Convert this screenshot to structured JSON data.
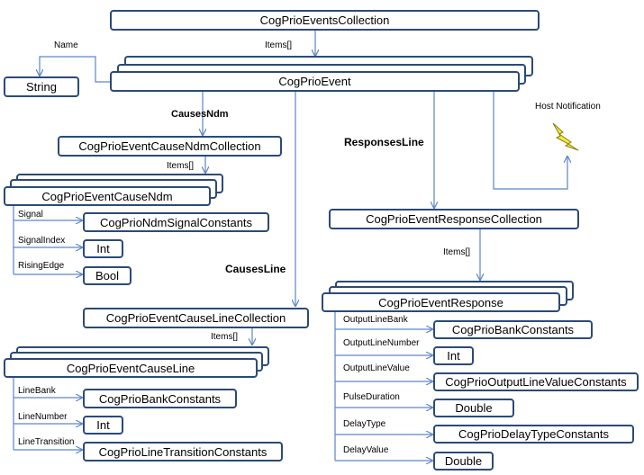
{
  "nodes": {
    "events_collection": "CogPrioEventsCollection",
    "string": "String",
    "event": "CogPrioEvent",
    "cause_ndm_collection": "CogPrioEventCauseNdmCollection",
    "cause_ndm": "CogPrioEventCauseNdm",
    "ndm_signal_constants": "CogPrioNdmSignalConstants",
    "int_signal_index": "Int",
    "bool_rising_edge": "Bool",
    "cause_line_collection": "CogPrioEventCauseLineCollection",
    "cause_line": "CogPrioEventCauseLine",
    "bank_constants_line": "CogPrioBankConstants",
    "int_line_number": "Int",
    "line_transition_constants": "CogPrioLineTransitionConstants",
    "response_collection": "CogPrioEventResponseCollection",
    "response": "CogPrioEventResponse",
    "bank_constants_response": "CogPrioBankConstants",
    "int_output_line_number": "Int",
    "output_line_value_constants": "CogPrioOutputLineValueConstants",
    "double_pulse_duration": "Double",
    "delay_type_constants": "CogPrioDelayTypeConstants",
    "double_delay_value": "Double"
  },
  "edges": {
    "items_events": "Items[]",
    "name": "Name",
    "causes_ndm": "CausesNdm",
    "items_ndm": "Items[]",
    "signal": "Signal",
    "signal_index": "SignalIndex",
    "rising_edge": "RisingEdge",
    "causes_line": "CausesLine",
    "items_line": "Items[]",
    "line_bank": "LineBank",
    "line_number": "LineNumber",
    "line_transition": "LineTransition",
    "responses_line": "ResponsesLine",
    "items_response": "Items[]",
    "output_line_bank": "OutputLineBank",
    "output_line_number": "OutputLineNumber",
    "output_line_value": "OutputLineValue",
    "pulse_duration": "PulseDuration",
    "delay_type": "DelayType",
    "delay_value": "DelayValue",
    "host_notification": "Host Notification"
  },
  "colors": {
    "box_border": "#2b4a78",
    "connector": "#5b86c6",
    "lightning_fill": "#f5e93a",
    "lightning_stroke": "#8a7a10"
  },
  "icons": {
    "host_notification": "lightning-bolt-icon"
  }
}
